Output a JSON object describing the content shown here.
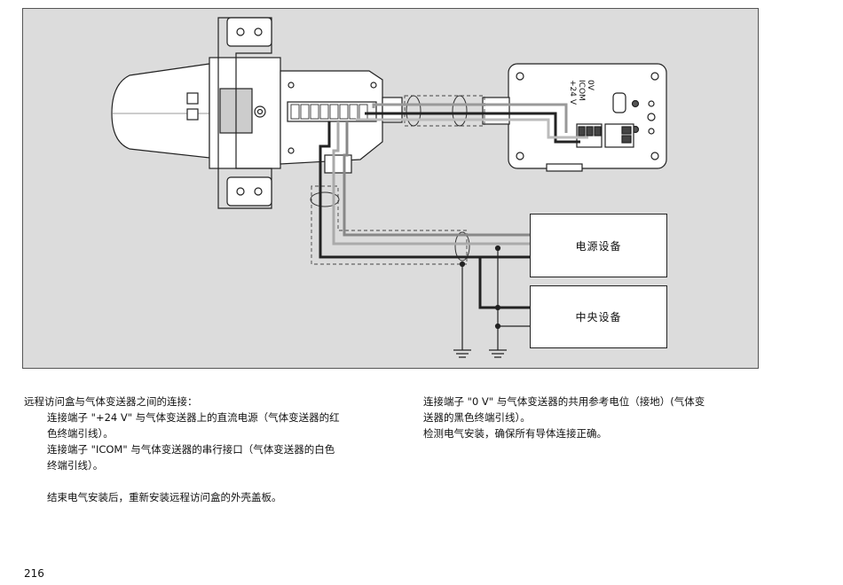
{
  "figure": {
    "terminal_labels": [
      "0V",
      "ICOM",
      "+24 V"
    ],
    "power_device_label": "电源设备",
    "central_device_label": "中央设备"
  },
  "left_column": {
    "heading": "远程访问盒与气体变送器之间的连接：",
    "item1_line1": "连接端子 \"+24 V\" 与气体变送器上的直流电源（气体变送器的红",
    "item1_line2": "色终端引线）。",
    "item2_line1": "连接端子 \"ICOM\" 与气体变送器的串行接口（气体变送器的白色",
    "item2_line2": "终端引线）。",
    "closing": "结束电气安装后，重新安装远程访问盒的外壳盖板。"
  },
  "right_column": {
    "item3_line1": "连接端子 \"0 V\" 与气体变送器的共用参考电位（接地）(气体变",
    "item3_line2": "送器的黑色终端引线）。",
    "check": "检测电气安装，确保所有导体连接正确。"
  },
  "page_number": "216"
}
